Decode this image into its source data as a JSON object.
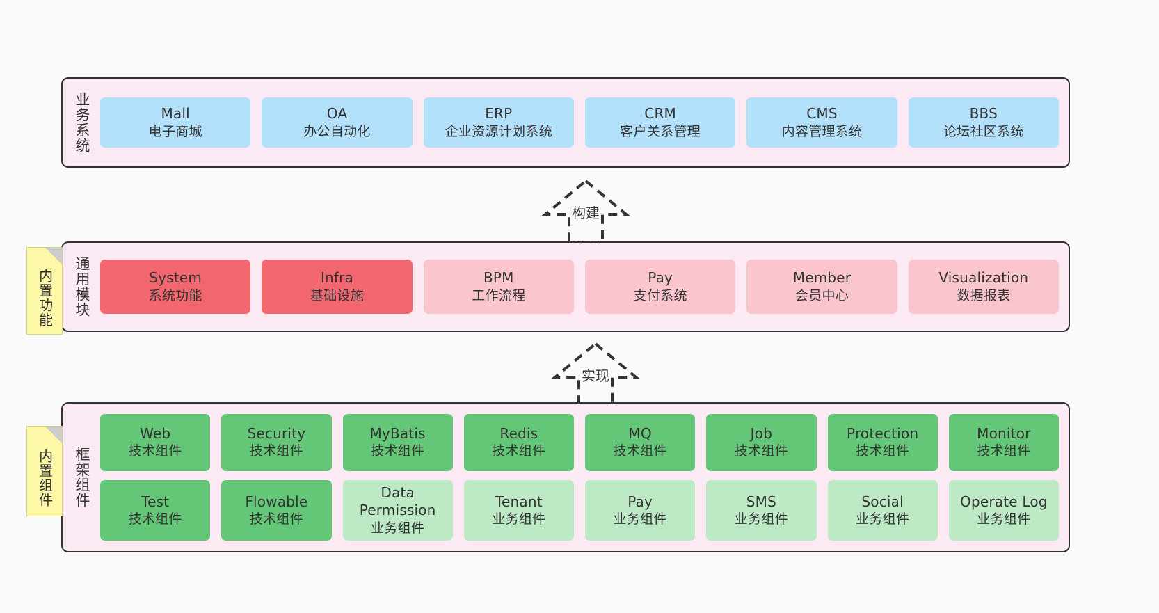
{
  "diagram": {
    "title_layers": {
      "business": "业务系统",
      "modules": "通用模块",
      "framework": "框架组件"
    },
    "notes": {
      "builtin_function": "内置功能",
      "builtin_component": "内置组件"
    },
    "arrows": {
      "build": "构建",
      "implement": "实现"
    }
  },
  "colors": {
    "canvas_background": "#fafafa",
    "layer_background": "#fbeaf4",
    "layer_border": "#333333",
    "business_node": "#b3e0fb",
    "module_core_node": "#f2666f",
    "module_node": "#fbc5ce",
    "tech_component_node": "#63c777",
    "business_component_node": "#bde9c5",
    "note_background": "#fcf8a8",
    "note_fold": "#cccccc"
  },
  "business_systems": [
    {
      "name": "Mall",
      "desc": "电子商城"
    },
    {
      "name": "OA",
      "desc": "办公自动化"
    },
    {
      "name": "ERP",
      "desc": "企业资源计划系统"
    },
    {
      "name": "CRM",
      "desc": "客户关系管理"
    },
    {
      "name": "CMS",
      "desc": "内容管理系统"
    },
    {
      "name": "BBS",
      "desc": "论坛社区系统"
    }
  ],
  "common_modules": [
    {
      "name": "System",
      "desc": "系统功能",
      "style": "red"
    },
    {
      "name": "Infra",
      "desc": "基础设施",
      "style": "red"
    },
    {
      "name": "BPM",
      "desc": "工作流程",
      "style": "pink"
    },
    {
      "name": "Pay",
      "desc": "支付系统",
      "style": "pink"
    },
    {
      "name": "Member",
      "desc": "会员中心",
      "style": "pink"
    },
    {
      "name": "Visualization",
      "desc": "数据报表",
      "style": "pink"
    }
  ],
  "framework_components_row1": [
    {
      "name": "Web",
      "desc": "技术组件"
    },
    {
      "name": "Security",
      "desc": "技术组件"
    },
    {
      "name": "MyBatis",
      "desc": "技术组件"
    },
    {
      "name": "Redis",
      "desc": "技术组件"
    },
    {
      "name": "MQ",
      "desc": "技术组件"
    },
    {
      "name": "Job",
      "desc": "技术组件"
    },
    {
      "name": "Protection",
      "desc": "技术组件"
    },
    {
      "name": "Monitor",
      "desc": "技术组件"
    }
  ],
  "framework_components_row2": [
    {
      "name": "Test",
      "desc": "技术组件",
      "style": "green"
    },
    {
      "name": "Flowable",
      "desc": "技术组件",
      "style": "green"
    },
    {
      "name": "Data Permission",
      "desc": "业务组件",
      "style": "lgreen"
    },
    {
      "name": "Tenant",
      "desc": "业务组件",
      "style": "lgreen"
    },
    {
      "name": "Pay",
      "desc": "业务组件",
      "style": "lgreen"
    },
    {
      "name": "SMS",
      "desc": "业务组件",
      "style": "lgreen"
    },
    {
      "name": "Social",
      "desc": "业务组件",
      "style": "lgreen"
    },
    {
      "name": "Operate Log",
      "desc": "业务组件",
      "style": "lgreen"
    }
  ]
}
